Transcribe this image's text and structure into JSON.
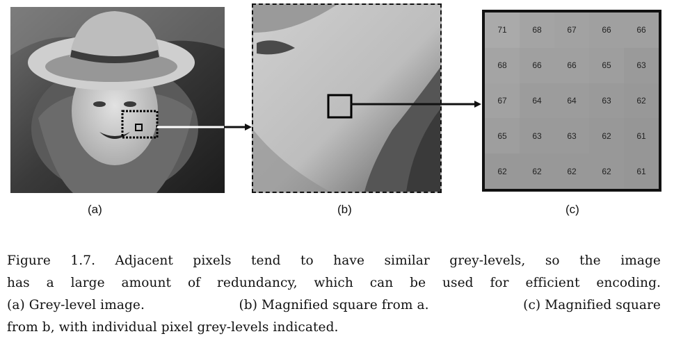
{
  "panels": {
    "a": {
      "label": "(a)"
    },
    "b": {
      "label": "(b)"
    },
    "c": {
      "label": "(c)"
    }
  },
  "pixel_grid": [
    [
      "71",
      "68",
      "67",
      "66",
      "66"
    ],
    [
      "68",
      "66",
      "66",
      "65",
      "63"
    ],
    [
      "67",
      "64",
      "64",
      "63",
      "62"
    ],
    [
      "65",
      "63",
      "63",
      "62",
      "61"
    ],
    [
      "62",
      "62",
      "62",
      "62",
      "61"
    ]
  ],
  "caption": {
    "line1": [
      "Figure",
      "1.7.",
      "Adjacent",
      "pixels",
      "tend",
      "to",
      "have",
      "similar",
      "grey-levels,",
      "so",
      "the",
      "image"
    ],
    "line2": [
      "has",
      "a",
      "large",
      "amount",
      "of",
      "redundancy,",
      "which",
      "can",
      "be",
      "used",
      "for",
      "efficient",
      "encoding."
    ],
    "line3": [
      "(a) Grey-level image.",
      "(b) Magnified square from a.",
      "(c) Magnified square"
    ],
    "line4": "from b, with individual pixel grey-levels indicated."
  }
}
